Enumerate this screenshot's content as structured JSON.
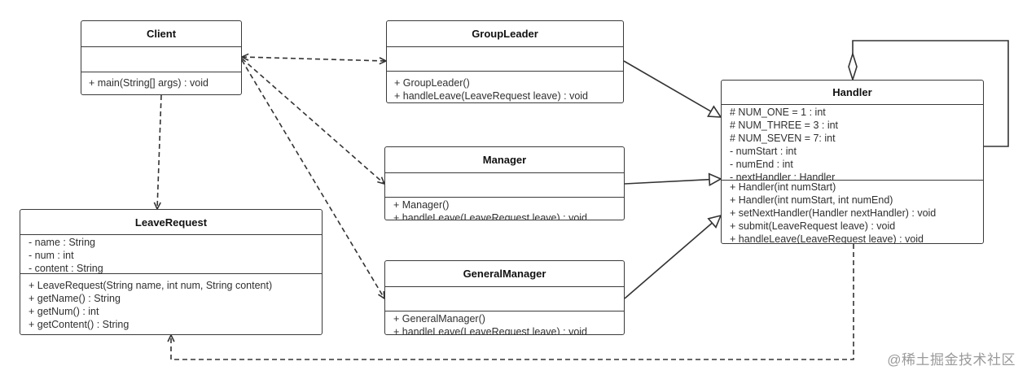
{
  "classes": {
    "client": {
      "name": "Client",
      "attributes": [],
      "methods": [
        "+ main(String[] args) : void"
      ]
    },
    "group_leader": {
      "name": "GroupLeader",
      "attributes": [],
      "methods": [
        "+ GroupLeader()",
        "+ handleLeave(LeaveRequest leave) : void"
      ]
    },
    "manager": {
      "name": "Manager",
      "attributes": [],
      "methods": [
        "+ Manager()",
        "+ handleLeave(LeaveRequest leave) : void"
      ]
    },
    "general_manager": {
      "name": "GeneralManager",
      "attributes": [],
      "methods": [
        "+ GeneralManager()",
        "+ handleLeave(LeaveRequest leave) : void"
      ]
    },
    "handler": {
      "name": "Handler",
      "attributes": [
        "# NUM_ONE = 1 :   int",
        "# NUM_THREE = 3 :   int",
        "# NUM_SEVEN = 7:   int",
        "- numStart :   int",
        "- numEnd :   int",
        "- nextHandler :   Handler"
      ],
      "methods": [
        "+ Handler(int numStart)",
        "+ Handler(int numStart, int numEnd)",
        "+ setNextHandler(Handler nextHandler) :   void",
        "+ submit(LeaveRequest leave) :   void",
        "+ handleLeave(LeaveRequest leave) :   void"
      ]
    },
    "leave_request": {
      "name": "LeaveRequest",
      "attributes": [
        "- name : String",
        "- num : int",
        "- content : String"
      ],
      "methods": [
        "+ LeaveRequest(String name, int num, String content)",
        "+ getName() : String",
        "+ getNum() : int",
        "+ getContent() : String"
      ]
    }
  },
  "relationships": [
    {
      "from": "Client",
      "to": "GroupLeader",
      "type": "dependency"
    },
    {
      "from": "GroupLeader",
      "to": "Client",
      "type": "dependency"
    },
    {
      "from": "Client",
      "to": "Manager",
      "type": "dependency"
    },
    {
      "from": "Client",
      "to": "GeneralManager",
      "type": "dependency"
    },
    {
      "from": "Client",
      "to": "LeaveRequest",
      "type": "dependency"
    },
    {
      "from": "Handler",
      "to": "LeaveRequest",
      "type": "dependency"
    },
    {
      "from": "GroupLeader",
      "to": "Handler",
      "type": "generalization"
    },
    {
      "from": "Manager",
      "to": "Handler",
      "type": "generalization"
    },
    {
      "from": "GeneralManager",
      "to": "Handler",
      "type": "generalization"
    },
    {
      "from": "Handler",
      "to": "Handler",
      "type": "aggregation"
    }
  ],
  "watermark": "@稀土掘金技术社区",
  "colors": {
    "line": "#333333",
    "box_border": "#3a3a3a",
    "watermark": "#9a9a9a"
  }
}
